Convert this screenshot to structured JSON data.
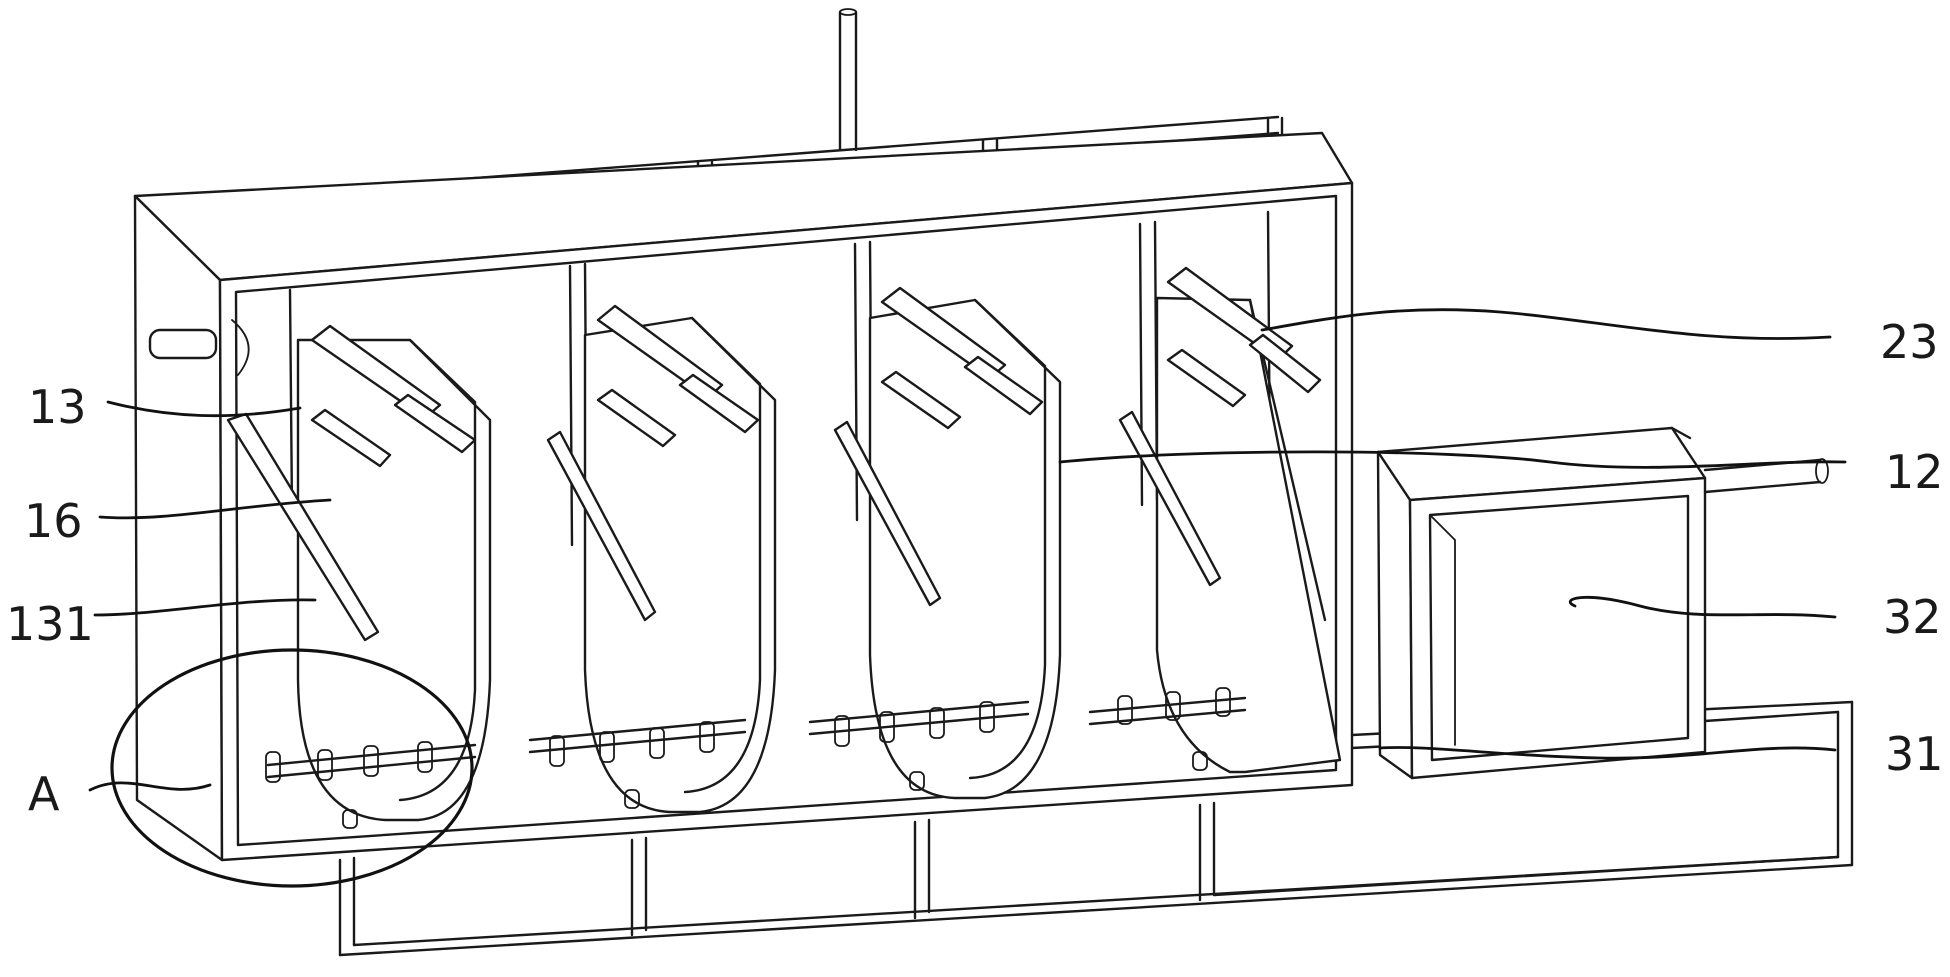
{
  "labels": {
    "l13": "13",
    "l16": "16",
    "l131": "131",
    "lA": "A",
    "l23": "23",
    "l12": "12",
    "l32": "32",
    "l31": "31"
  }
}
